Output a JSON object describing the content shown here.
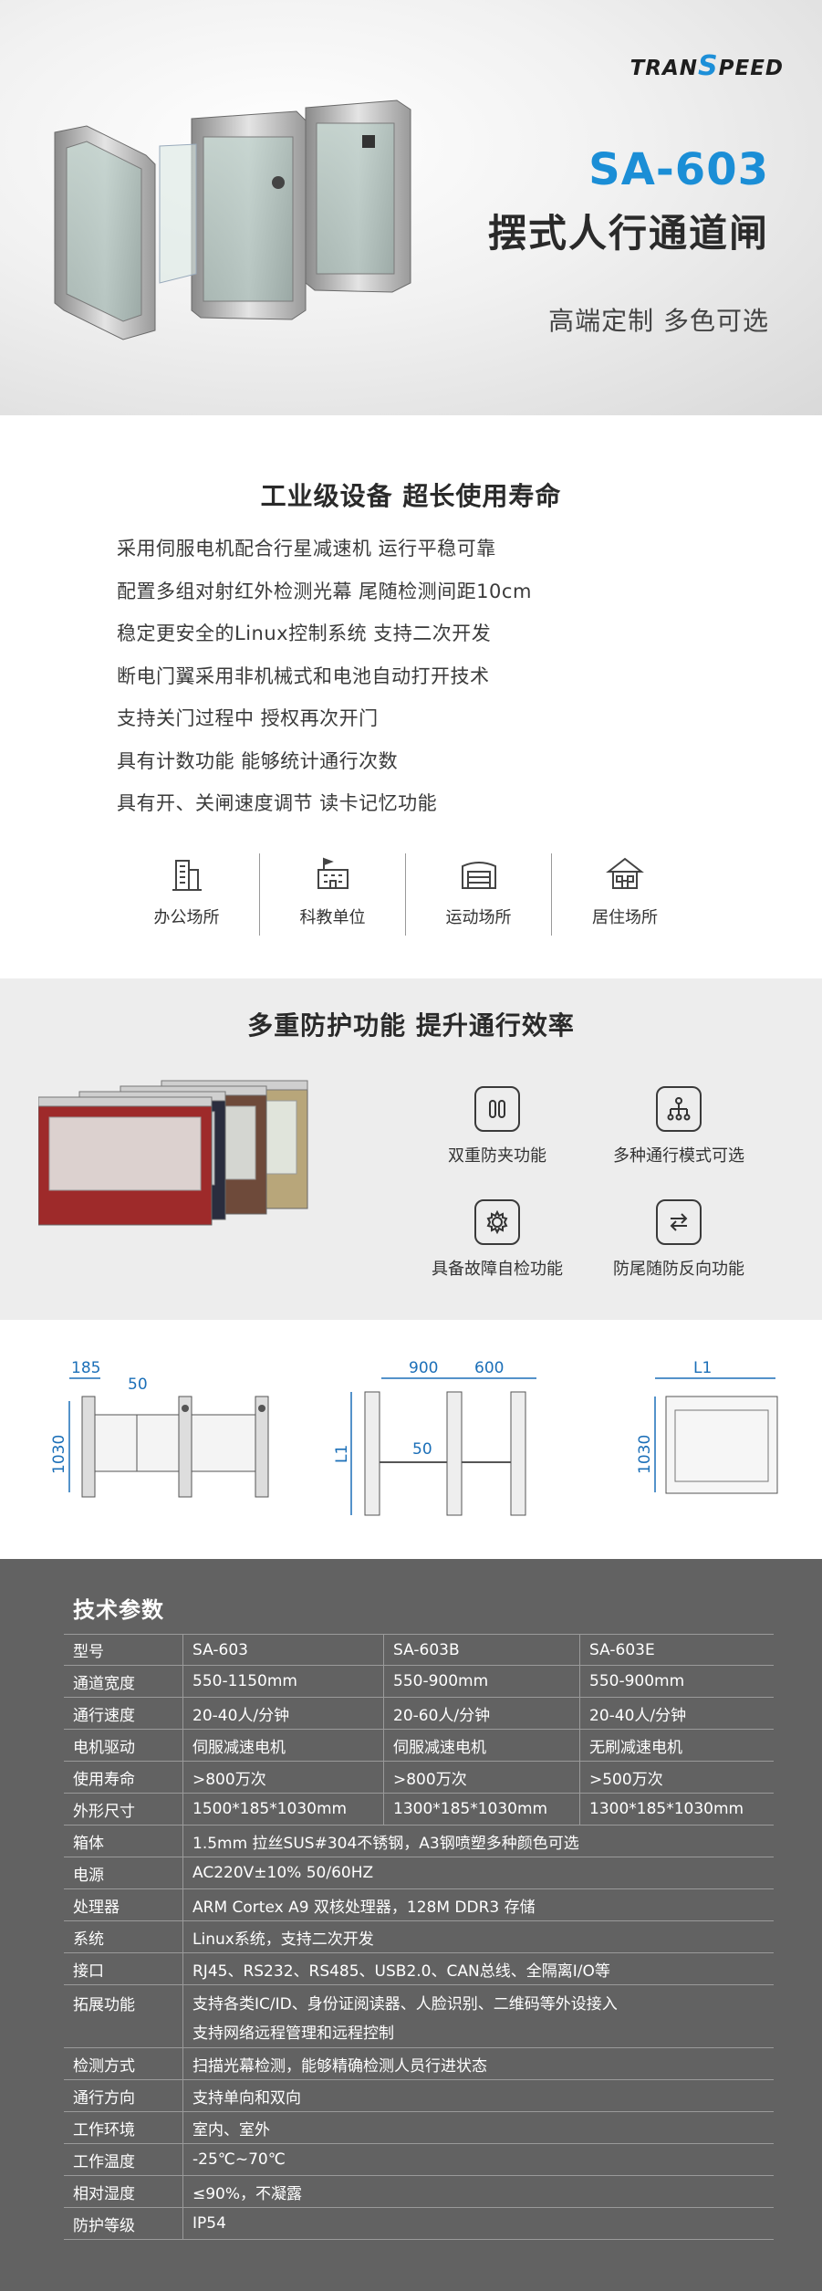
{
  "hero": {
    "logo_a": "TRAN",
    "logo_s": "S",
    "logo_b": "PEED",
    "model": "SA-603",
    "title": "摆式人行通道闸",
    "subtitle": "高端定制 多色可选"
  },
  "section1": {
    "title": "工业级设备 超长使用寿命",
    "features": [
      "采用伺服电机配合行星减速机 运行平稳可靠",
      "配置多组对射红外检测光幕 尾随检测间距10cm",
      "稳定更安全的Linux控制系统 支持二次开发",
      "断电门翼采用非机械式和电池自动打开技术",
      "支持关门过程中 授权再次开门",
      "具有计数功能 能够统计通行次数",
      "具有开、关闸速度调节 读卡记忆功能"
    ],
    "venues": [
      {
        "icon": "office-building-icon",
        "label": "办公场所"
      },
      {
        "icon": "school-building-icon",
        "label": "科教单位"
      },
      {
        "icon": "stadium-icon",
        "label": "运动场所"
      },
      {
        "icon": "house-icon",
        "label": "居住场所"
      }
    ]
  },
  "section2": {
    "title": "多重防护功能 提升通行效率",
    "functions": [
      {
        "icon": "anti-pinch-icon",
        "label": "双重防夹功能"
      },
      {
        "icon": "flow-modes-icon",
        "label": "多种通行模式可选"
      },
      {
        "icon": "self-check-gear-icon",
        "label": "具备故障自检功能"
      },
      {
        "icon": "reverse-arrows-icon",
        "label": "防尾随防反向功能"
      }
    ],
    "gate_colors": [
      "#9e2a2a",
      "#2a2d3e",
      "#6e4a3a",
      "#b8a67a"
    ]
  },
  "dimensions": {
    "front": {
      "w": "185",
      "gap": "50",
      "h": "1030"
    },
    "top": {
      "a": "900",
      "b": "600",
      "gap": "50",
      "l": "L1"
    },
    "side": {
      "l": "L1",
      "h": "1030"
    }
  },
  "specs": {
    "title": "技术参数",
    "header": {
      "label": "型号",
      "v": [
        "SA-603",
        "SA-603B",
        "SA-603E"
      ]
    },
    "rows3": [
      {
        "label": "通道宽度",
        "v": [
          "550-1150mm",
          "550-900mm",
          "550-900mm"
        ]
      },
      {
        "label": "通行速度",
        "v": [
          "20-40人/分钟",
          "20-60人/分钟",
          "20-40人/分钟"
        ]
      },
      {
        "label": "电机驱动",
        "v": [
          "伺服减速电机",
          "伺服减速电机",
          "无刷减速电机"
        ]
      },
      {
        "label": "使用寿命",
        "v": [
          ">800万次",
          ">800万次",
          ">500万次"
        ]
      },
      {
        "label": "外形尺寸",
        "v": [
          "1500*185*1030mm",
          "1300*185*1030mm",
          "1300*185*1030mm"
        ]
      }
    ],
    "rows1a": [
      {
        "label": "箱体",
        "v": "1.5mm 拉丝SUS#304不锈钢，A3钢喷塑多种颜色可选"
      },
      {
        "label": "电源",
        "v": "AC220V±10%  50/60HZ"
      },
      {
        "label": "处理器",
        "v": "ARM Cortex A9 双核处理器，128M DDR3 存储"
      },
      {
        "label": "系统",
        "v": "Linux系统，支持二次开发"
      },
      {
        "label": "接口",
        "v": "RJ45、RS232、RS485、USB2.0、CAN总线、全隔离I/O等"
      }
    ],
    "expand": {
      "label": "拓展功能",
      "v1": "支持各类IC/ID、身份证阅读器、人脸识别、二维码等外设接入",
      "v2": "支持网络远程管理和远程控制"
    },
    "rows1b": [
      {
        "label": "检测方式",
        "v": "扫描光幕检测，能够精确检测人员行进状态"
      },
      {
        "label": "通行方向",
        "v": "支持单向和双向"
      },
      {
        "label": "工作环境",
        "v": "室内、室外"
      },
      {
        "label": "工作温度",
        "v": "-25℃~70℃"
      },
      {
        "label": "相对湿度",
        "v": "≤90%，不凝露"
      },
      {
        "label": "防护等级",
        "v": "IP54"
      }
    ]
  }
}
